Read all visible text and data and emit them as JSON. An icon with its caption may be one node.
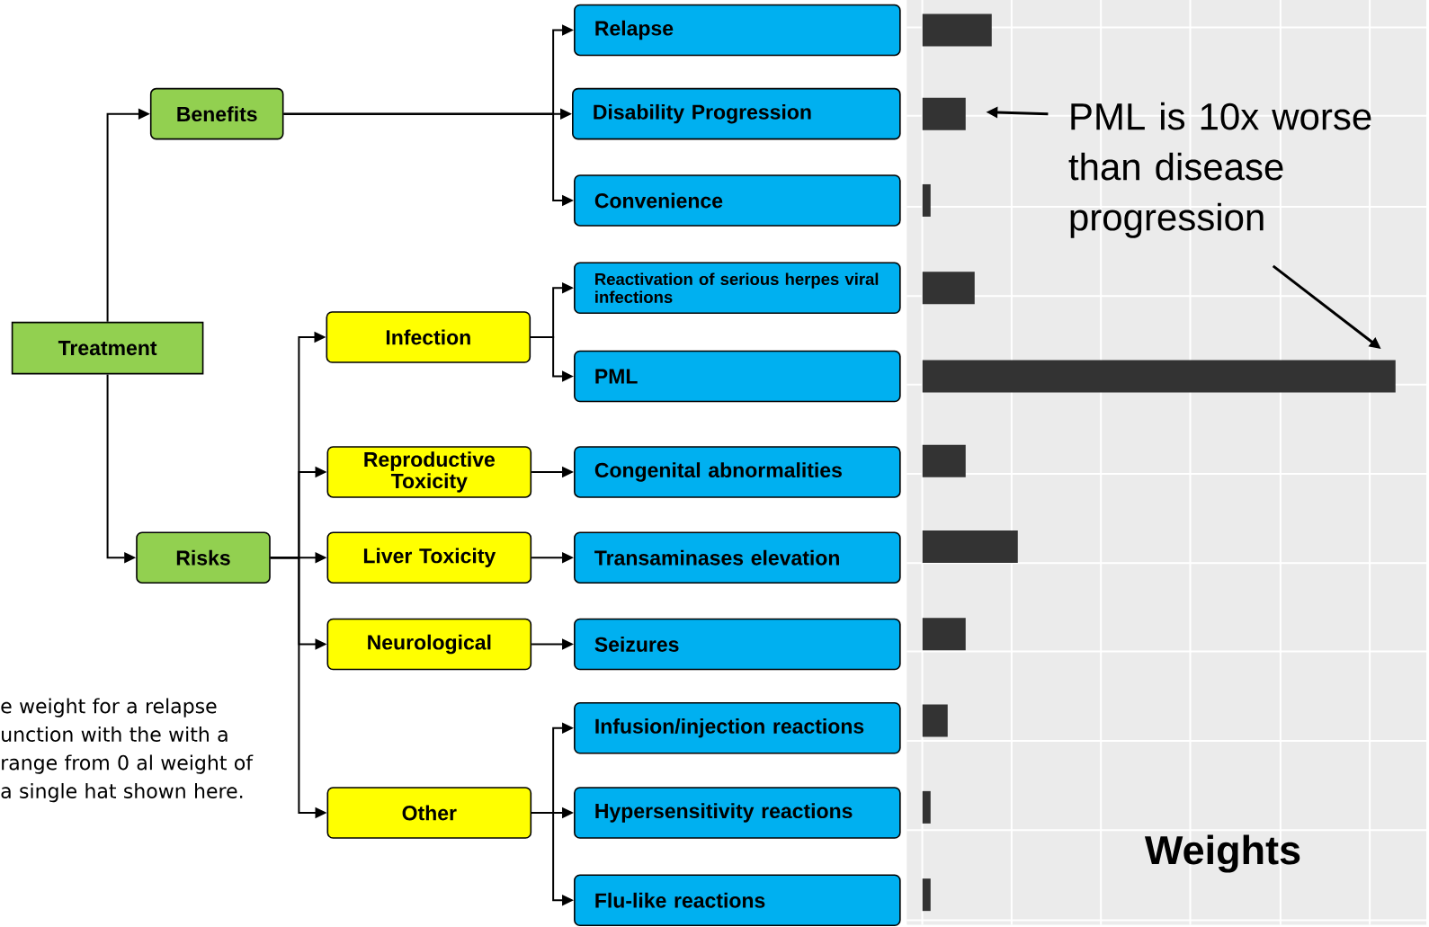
{
  "diagram": {
    "nodes": [
      {
        "text": [
          "Treatment"
        ]
      },
      {
        "text": [
          "Benefits"
        ]
      },
      {
        "text": [
          "Risks"
        ]
      },
      {
        "text": [
          "Relapse"
        ]
      },
      {
        "text": [
          "Disability Progression"
        ]
      },
      {
        "text": [
          "Convenience"
        ]
      },
      {
        "text": [
          "Infection"
        ]
      },
      {
        "text": [
          "Reproductive Toxicity"
        ]
      },
      {
        "text": [
          "Liver Toxicity"
        ]
      },
      {
        "text": [
          "Neurological"
        ]
      },
      {
        "text": [
          "Other"
        ]
      },
      {
        "text": [
          "Reactivation of serious herpes viral infections"
        ]
      },
      {
        "text": [
          "PML"
        ]
      },
      {
        "text": [
          "Congenital abnormalities"
        ]
      },
      {
        "text": [
          "Transaminases elevation"
        ]
      },
      {
        "text": [
          "Seizures"
        ]
      },
      {
        "text": [
          "Infusion/injection reactions"
        ]
      },
      {
        "text": [
          "Hypersensitivity reactions"
        ]
      },
      {
        "text": [
          "Flu-like reactions"
        ]
      },
      {
        "text": [],
        "shape": "bar"
      },
      {
        "text": [],
        "shape": "bar"
      },
      {
        "text": [],
        "shape": "bar"
      },
      {
        "text": [],
        "shape": "bar"
      },
      {
        "text": [],
        "shape": "bar"
      },
      {
        "text": [],
        "shape": "bar"
      },
      {
        "text": [],
        "shape": "bar"
      },
      {
        "text": [],
        "shape": "bar"
      },
      {
        "text": [],
        "shape": "bar"
      },
      {
        "text": [],
        "shape": "bar"
      },
      {
        "text": [],
        "shape": "bar"
      },
      {
        "text": [
          "PML is 10x worse than disease progression"
        ]
      }
    ],
    "edges": [
      {
        "from": 0,
        "to": 1,
        "arrow": "to"
      },
      {
        "from": 0,
        "to": 2,
        "arrow": "to"
      },
      {
        "from": 1,
        "to": 3,
        "arrow": "to"
      },
      {
        "from": 1,
        "to": 4,
        "arrow": "to"
      },
      {
        "from": 1,
        "to": 5,
        "arrow": "to"
      },
      {
        "from": 2,
        "to": 6,
        "arrow": "to"
      },
      {
        "from": 2,
        "to": 7,
        "arrow": "to"
      },
      {
        "from": 2,
        "to": 8,
        "arrow": "to"
      },
      {
        "from": 2,
        "to": 9,
        "arrow": "to"
      },
      {
        "from": 2,
        "to": 10,
        "arrow": "to"
      },
      {
        "from": 6,
        "to": 11,
        "arrow": "to"
      },
      {
        "from": 6,
        "to": 12,
        "arrow": "to"
      },
      {
        "from": 7,
        "to": 13,
        "arrow": "to"
      },
      {
        "from": 8,
        "to": 14,
        "arrow": "to"
      },
      {
        "from": 9,
        "to": 15,
        "arrow": "to"
      },
      {
        "from": 10,
        "to": 16,
        "arrow": "to"
      },
      {
        "from": 10,
        "to": 17,
        "arrow": "to"
      },
      {
        "from": 10,
        "to": 18,
        "arrow": "to"
      },
      {
        "from": 30,
        "to": 20,
        "arrow": "to"
      },
      {
        "from": 30,
        "to": 23,
        "arrow": "to"
      }
    ],
    "labels": [
      "e weight for a relapse unction with the with a range from 0 al weight of a single hat shown here.",
      "Weights"
    ]
  }
}
